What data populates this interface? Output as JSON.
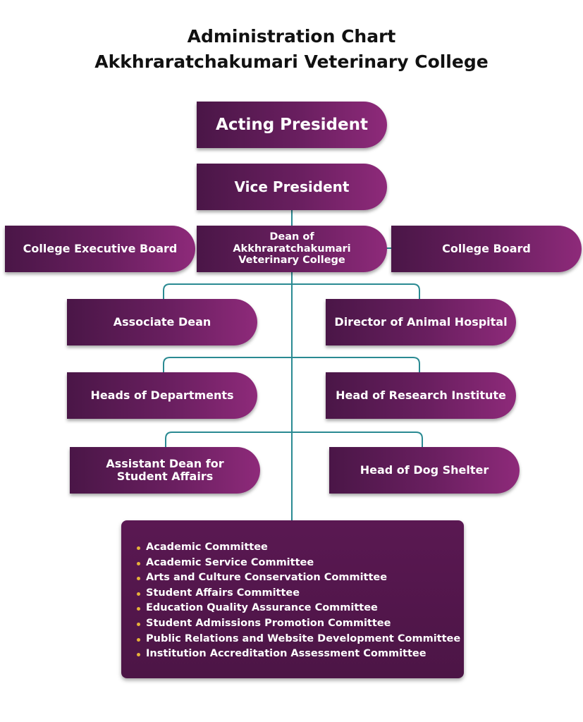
{
  "title": {
    "line1": "Administration Chart",
    "line2": "Akkhraratchakumari Veterinary College"
  },
  "nodes": {
    "acting_president": "Acting President",
    "vice_president": "Vice President",
    "college_executive_board": "College Executive Board",
    "dean": [
      "Dean of",
      "Akkhraratchakumari",
      "Veterinary College"
    ],
    "college_board": "College Board",
    "associate_dean": "Associate Dean",
    "director_animal_hospital": "Director of Animal Hospital",
    "heads_of_departments": "Heads of Departments",
    "head_research_institute": "Head of Research Institute",
    "assistant_dean": [
      "Assistant Dean for",
      "Student Affairs"
    ],
    "head_dog_shelter": "Head of Dog Shelter"
  },
  "committees": [
    "Academic Committee",
    "Academic Service Committee",
    "Arts and Culture Conservation Committee",
    "Student Affairs Committee",
    "Education Quality Assurance Committee",
    "Student Admissions Promotion Committee",
    "Public Relations and Website Development Committee",
    "Institution Accreditation Assessment Committee"
  ],
  "colors": {
    "box_dark": "#4a1647",
    "box_light": "#8e2a7a",
    "connector": "#2a8a92",
    "bullet": "#e8b23a"
  }
}
